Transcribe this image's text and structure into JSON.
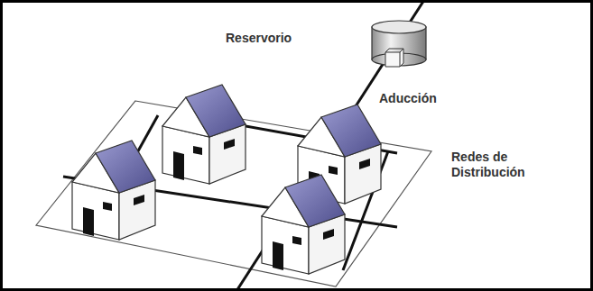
{
  "diagram": {
    "labels": [
      "Reservorio",
      "Aducción",
      "Redes de Distribución"
    ]
  }
}
